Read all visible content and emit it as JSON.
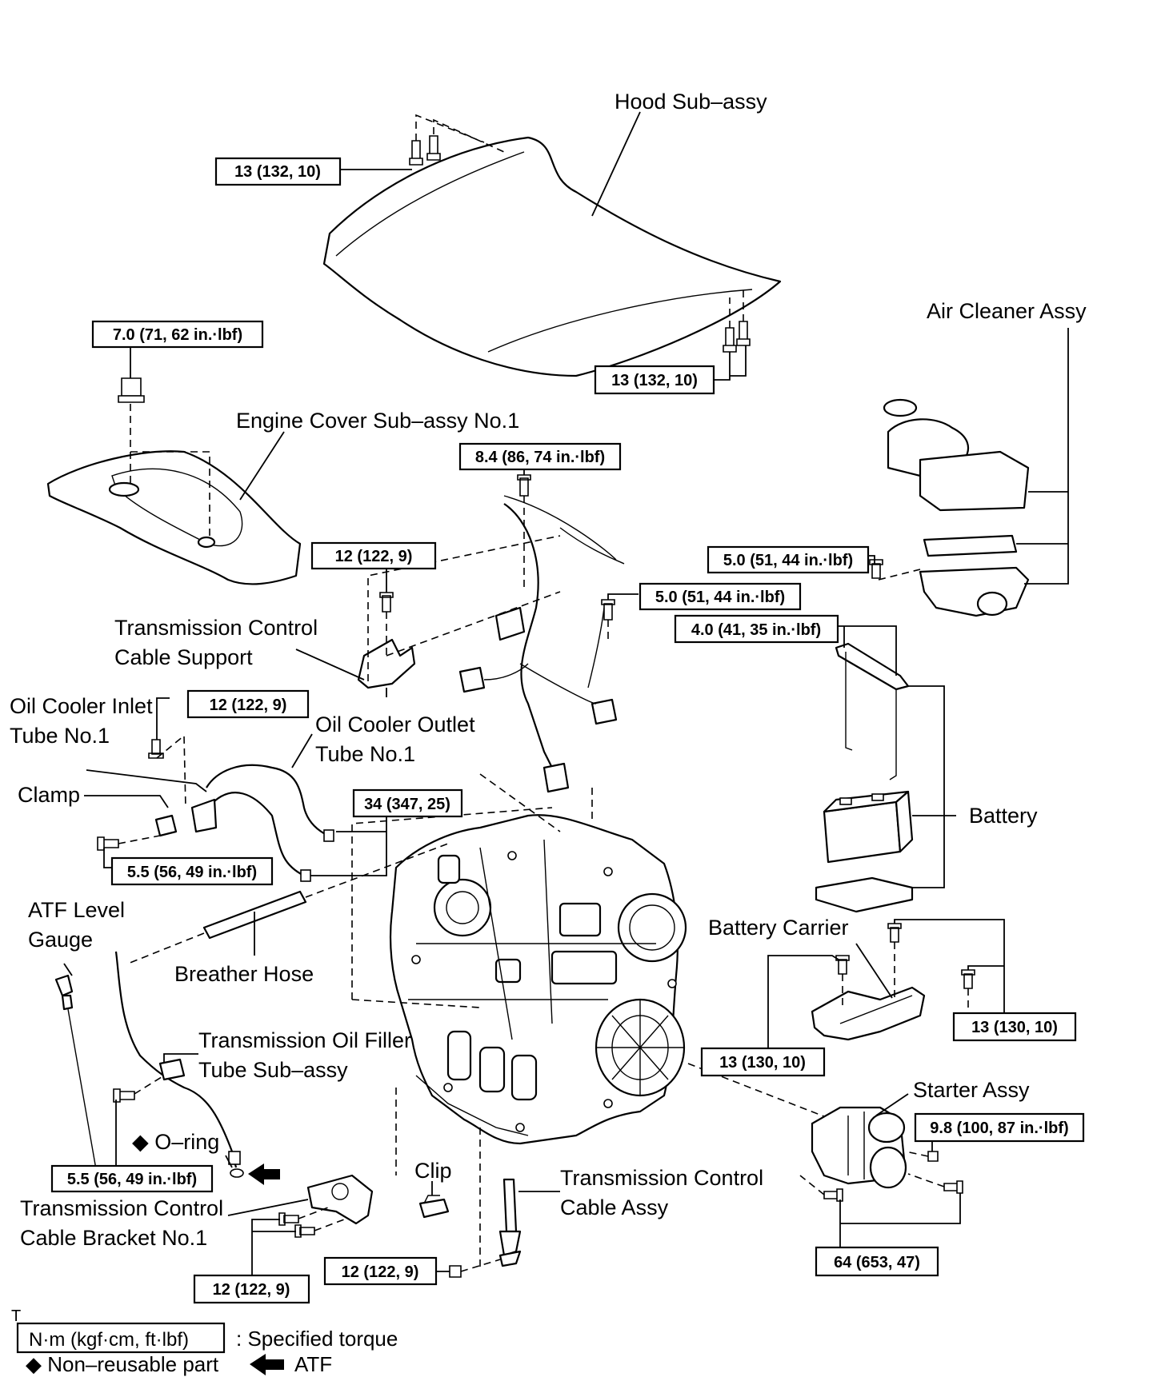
{
  "labels": {
    "hood": "Hood Sub–assy",
    "air_cleaner": "Air Cleaner Assy",
    "engine_cover": "Engine Cover Sub–assy No.1",
    "tcc_support_1": "Transmission Control",
    "tcc_support_2": "Cable Support",
    "oil_inlet_1": "Oil Cooler Inlet",
    "oil_inlet_2": "Tube No.1",
    "oil_outlet_1": "Oil Cooler Outlet",
    "oil_outlet_2": "Tube No.1",
    "clamp": "Clamp",
    "battery": "Battery",
    "atf_gauge_1": "ATF Level",
    "atf_gauge_2": "Gauge",
    "breather_hose": "Breather Hose",
    "battery_carrier": "Battery Carrier",
    "filler_tube_1": "Transmission Oil Filler",
    "filler_tube_2": "Tube Sub–assy",
    "starter": "Starter Assy",
    "oring": "◆ O–ring",
    "clip": "Clip",
    "tcc_assy_1": "Transmission Control",
    "tcc_assy_2": "Cable Assy",
    "tcc_bracket_1": "Transmission Control",
    "tcc_bracket_2": "Cable Bracket No.1",
    "corner_mark": "T"
  },
  "torques": {
    "hood_top": "13 (132, 10)",
    "hood_bottom": "13 (132, 10)",
    "engine_cover": "7.0 (71, 62 in.·lbf)",
    "harness": "8.4 (86, 74 in.·lbf)",
    "tcc_support": "12 (122, 9)",
    "air_cleaner": "5.0 (51, 44 in.·lbf)",
    "ground": "5.0 (51, 44 in.·lbf)",
    "battery_clamp": "4.0 (41, 35 in.·lbf)",
    "oil_inlet": "12 (122, 9)",
    "oil_tubes": "34 (347, 25)",
    "clamp": "5.5 (56, 49 in.·lbf)",
    "battery_carrier_right": "13 (130, 10)",
    "battery_carrier_left": "13 (130, 10)",
    "starter_small": "9.8 (100, 87 in.·lbf)",
    "filler_tube": "5.5 (56, 49 in.·lbf)",
    "starter_main": "64 (653, 47)",
    "cable_nut": "12 (122, 9)",
    "bracket": "12 (122, 9)"
  },
  "legend": {
    "unit_box": "N·m (kgf·cm, ft·lbf)",
    "unit_desc": ": Specified torque",
    "nonreusable": "◆ Non–reusable part",
    "atf": "ATF"
  }
}
